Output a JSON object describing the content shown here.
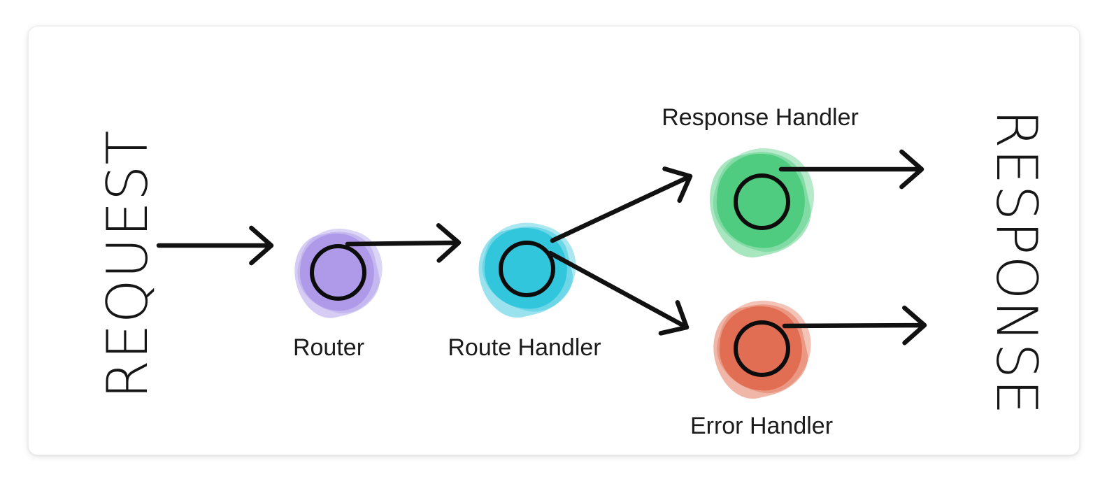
{
  "diagram": {
    "request_label": "REQUEST",
    "response_label": "RESPONSE",
    "nodes": [
      {
        "id": "router",
        "label": "Router",
        "color": "#ab97e8",
        "label_position": "below"
      },
      {
        "id": "route-handler",
        "label": "Route Handler",
        "color": "#2bc4dc",
        "label_position": "below"
      },
      {
        "id": "response-handler",
        "label": "Response Handler",
        "color": "#49ca7b",
        "label_position": "above"
      },
      {
        "id": "error-handler",
        "label": "Error Handler",
        "color": "#e0694c",
        "label_position": "below"
      }
    ],
    "edges": [
      {
        "from": "request",
        "to": "router"
      },
      {
        "from": "router",
        "to": "route-handler"
      },
      {
        "from": "route-handler",
        "to": "response-handler"
      },
      {
        "from": "route-handler",
        "to": "error-handler"
      },
      {
        "from": "response-handler",
        "to": "response"
      },
      {
        "from": "error-handler",
        "to": "response"
      }
    ],
    "colors": {
      "arrow_stroke": "#111111",
      "node_ring": "#0c0c0c",
      "label_text": "#1b1b1b",
      "card_background": "#ffffff",
      "page_background": "#ffffff"
    }
  }
}
